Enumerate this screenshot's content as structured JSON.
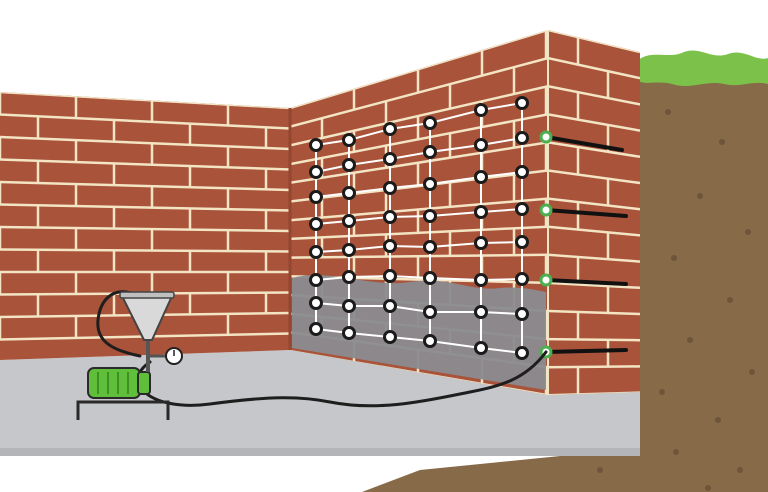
{
  "diagram": {
    "subject": "wall-injection-waterproofing",
    "elements": [
      "left-brick-wall",
      "back-brick-wall",
      "right-brick-pier",
      "soil-cross-section",
      "grass-strip",
      "concrete-floor",
      "membrane-panel",
      "injection-port-grid",
      "exterior-injection-rods",
      "grout-pump",
      "pump-hopper",
      "pressure-gauge",
      "pump-hose"
    ],
    "grid": {
      "columns": 6,
      "rows": 8
    },
    "rod_count": 4,
    "icons": {
      "pump": "electric-motor-icon",
      "gauge": "pressure-gauge-icon",
      "port": "injection-port-icon"
    }
  },
  "colors": {
    "brick": "#a8533a",
    "mortar": "#f3e4c4",
    "brick_shadow": "#94472f",
    "soil": "#876a48",
    "soil_pebble": "#6e5439",
    "grass": "#7cc24a",
    "floor": "#c6c7cb",
    "floor_front": "#b4b5b9",
    "membrane": "#8a8b8f",
    "port_fill": "#ffffff",
    "port_ring": "#1b1b1b",
    "rod": "#111111",
    "rod_tip": "#4caf50",
    "pump_green": "#5fbf3b",
    "hose": "#1e1e1e",
    "hopper": "#d9d9d9"
  }
}
